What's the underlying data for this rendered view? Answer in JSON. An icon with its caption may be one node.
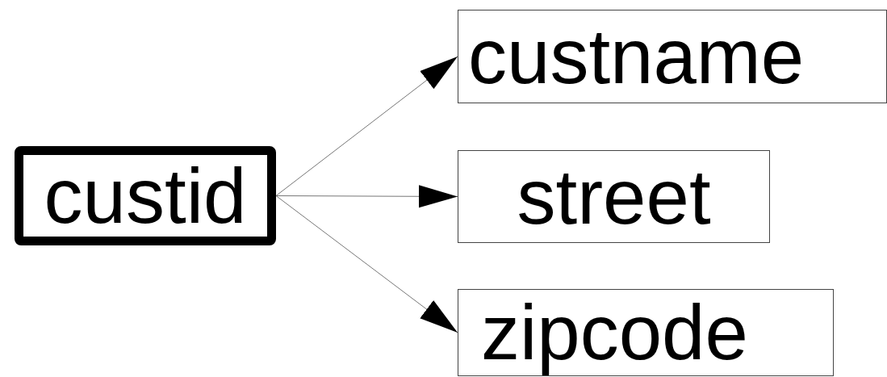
{
  "diagram": {
    "nodes": [
      {
        "text": [
          "custid"
        ]
      },
      {
        "text": [
          "custname"
        ]
      },
      {
        "text": [
          "street"
        ]
      },
      {
        "text": [
          "zipcode"
        ]
      }
    ],
    "edges": [
      {
        "from": 0,
        "to": 1,
        "arrow": "to"
      },
      {
        "from": 0,
        "to": 2,
        "arrow": "to"
      },
      {
        "from": 0,
        "to": 3,
        "arrow": "to"
      }
    ]
  }
}
